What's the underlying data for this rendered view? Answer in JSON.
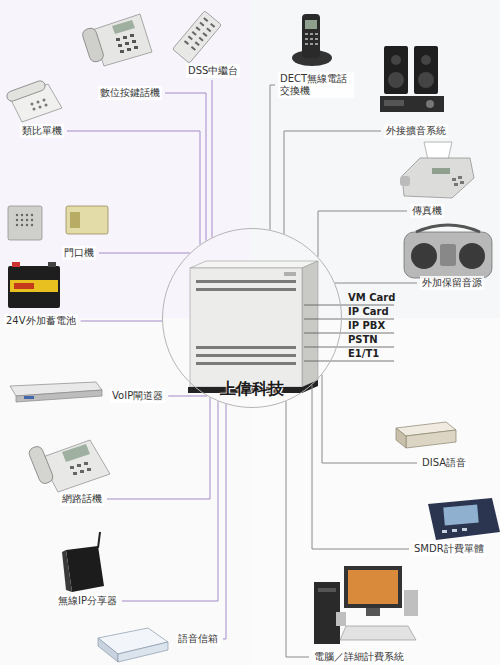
{
  "diagram": {
    "nodes": [
      {
        "text": [
          "上偉科技"
        ]
      },
      {
        "text": [
          "DSS中繼台"
        ]
      },
      {
        "text": [
          "數位按鍵話機"
        ]
      },
      {
        "text": [
          "類比單機"
        ]
      },
      {
        "text": [
          "DECT無線電話 交換機"
        ]
      },
      {
        "text": [
          "外接擴音系統"
        ]
      },
      {
        "text": [
          "傳真機"
        ]
      },
      {
        "text": [
          "外加保留音源"
        ]
      },
      {
        "text": [
          "門口機"
        ]
      },
      {
        "text": [
          "24V外加蓄電池"
        ]
      },
      {
        "text": [
          "VoIP閘道器"
        ]
      },
      {
        "text": [
          "網路話機"
        ]
      },
      {
        "text": [
          "無線IP分享器"
        ]
      },
      {
        "text": [
          "語音信箱"
        ]
      },
      {
        "text": [
          "電腦／詳細計費系統"
        ]
      },
      {
        "text": [
          "SMDR計費單體"
        ]
      },
      {
        "text": [
          "DISA語音"
        ]
      }
    ],
    "edges": [
      {
        "from": 1,
        "to": 0,
        "arrow": "none"
      },
      {
        "from": 2,
        "to": 0,
        "arrow": "none"
      },
      {
        "from": 3,
        "to": 0,
        "arrow": "none"
      },
      {
        "from": 4,
        "to": 0,
        "arrow": "none"
      },
      {
        "from": 5,
        "to": 0,
        "arrow": "none"
      },
      {
        "from": 6,
        "to": 0,
        "arrow": "none"
      },
      {
        "from": 7,
        "to": 0,
        "arrow": "none"
      },
      {
        "from": 8,
        "to": 0,
        "arrow": "none"
      },
      {
        "from": 9,
        "to": 0,
        "arrow": "none"
      },
      {
        "from": 10,
        "to": 0,
        "arrow": "none"
      },
      {
        "from": 11,
        "to": 0,
        "arrow": "none"
      },
      {
        "from": 12,
        "to": 0,
        "arrow": "none"
      },
      {
        "from": 13,
        "to": 0,
        "arrow": "none"
      },
      {
        "from": 14,
        "to": 0,
        "arrow": "none"
      },
      {
        "from": 15,
        "to": 0,
        "arrow": "none"
      },
      {
        "from": 16,
        "to": 0,
        "arrow": "none"
      }
    ],
    "labels": [
      "VM Card",
      "IP Card",
      "IP PBX",
      "PSTN",
      "E1/T1"
    ]
  }
}
